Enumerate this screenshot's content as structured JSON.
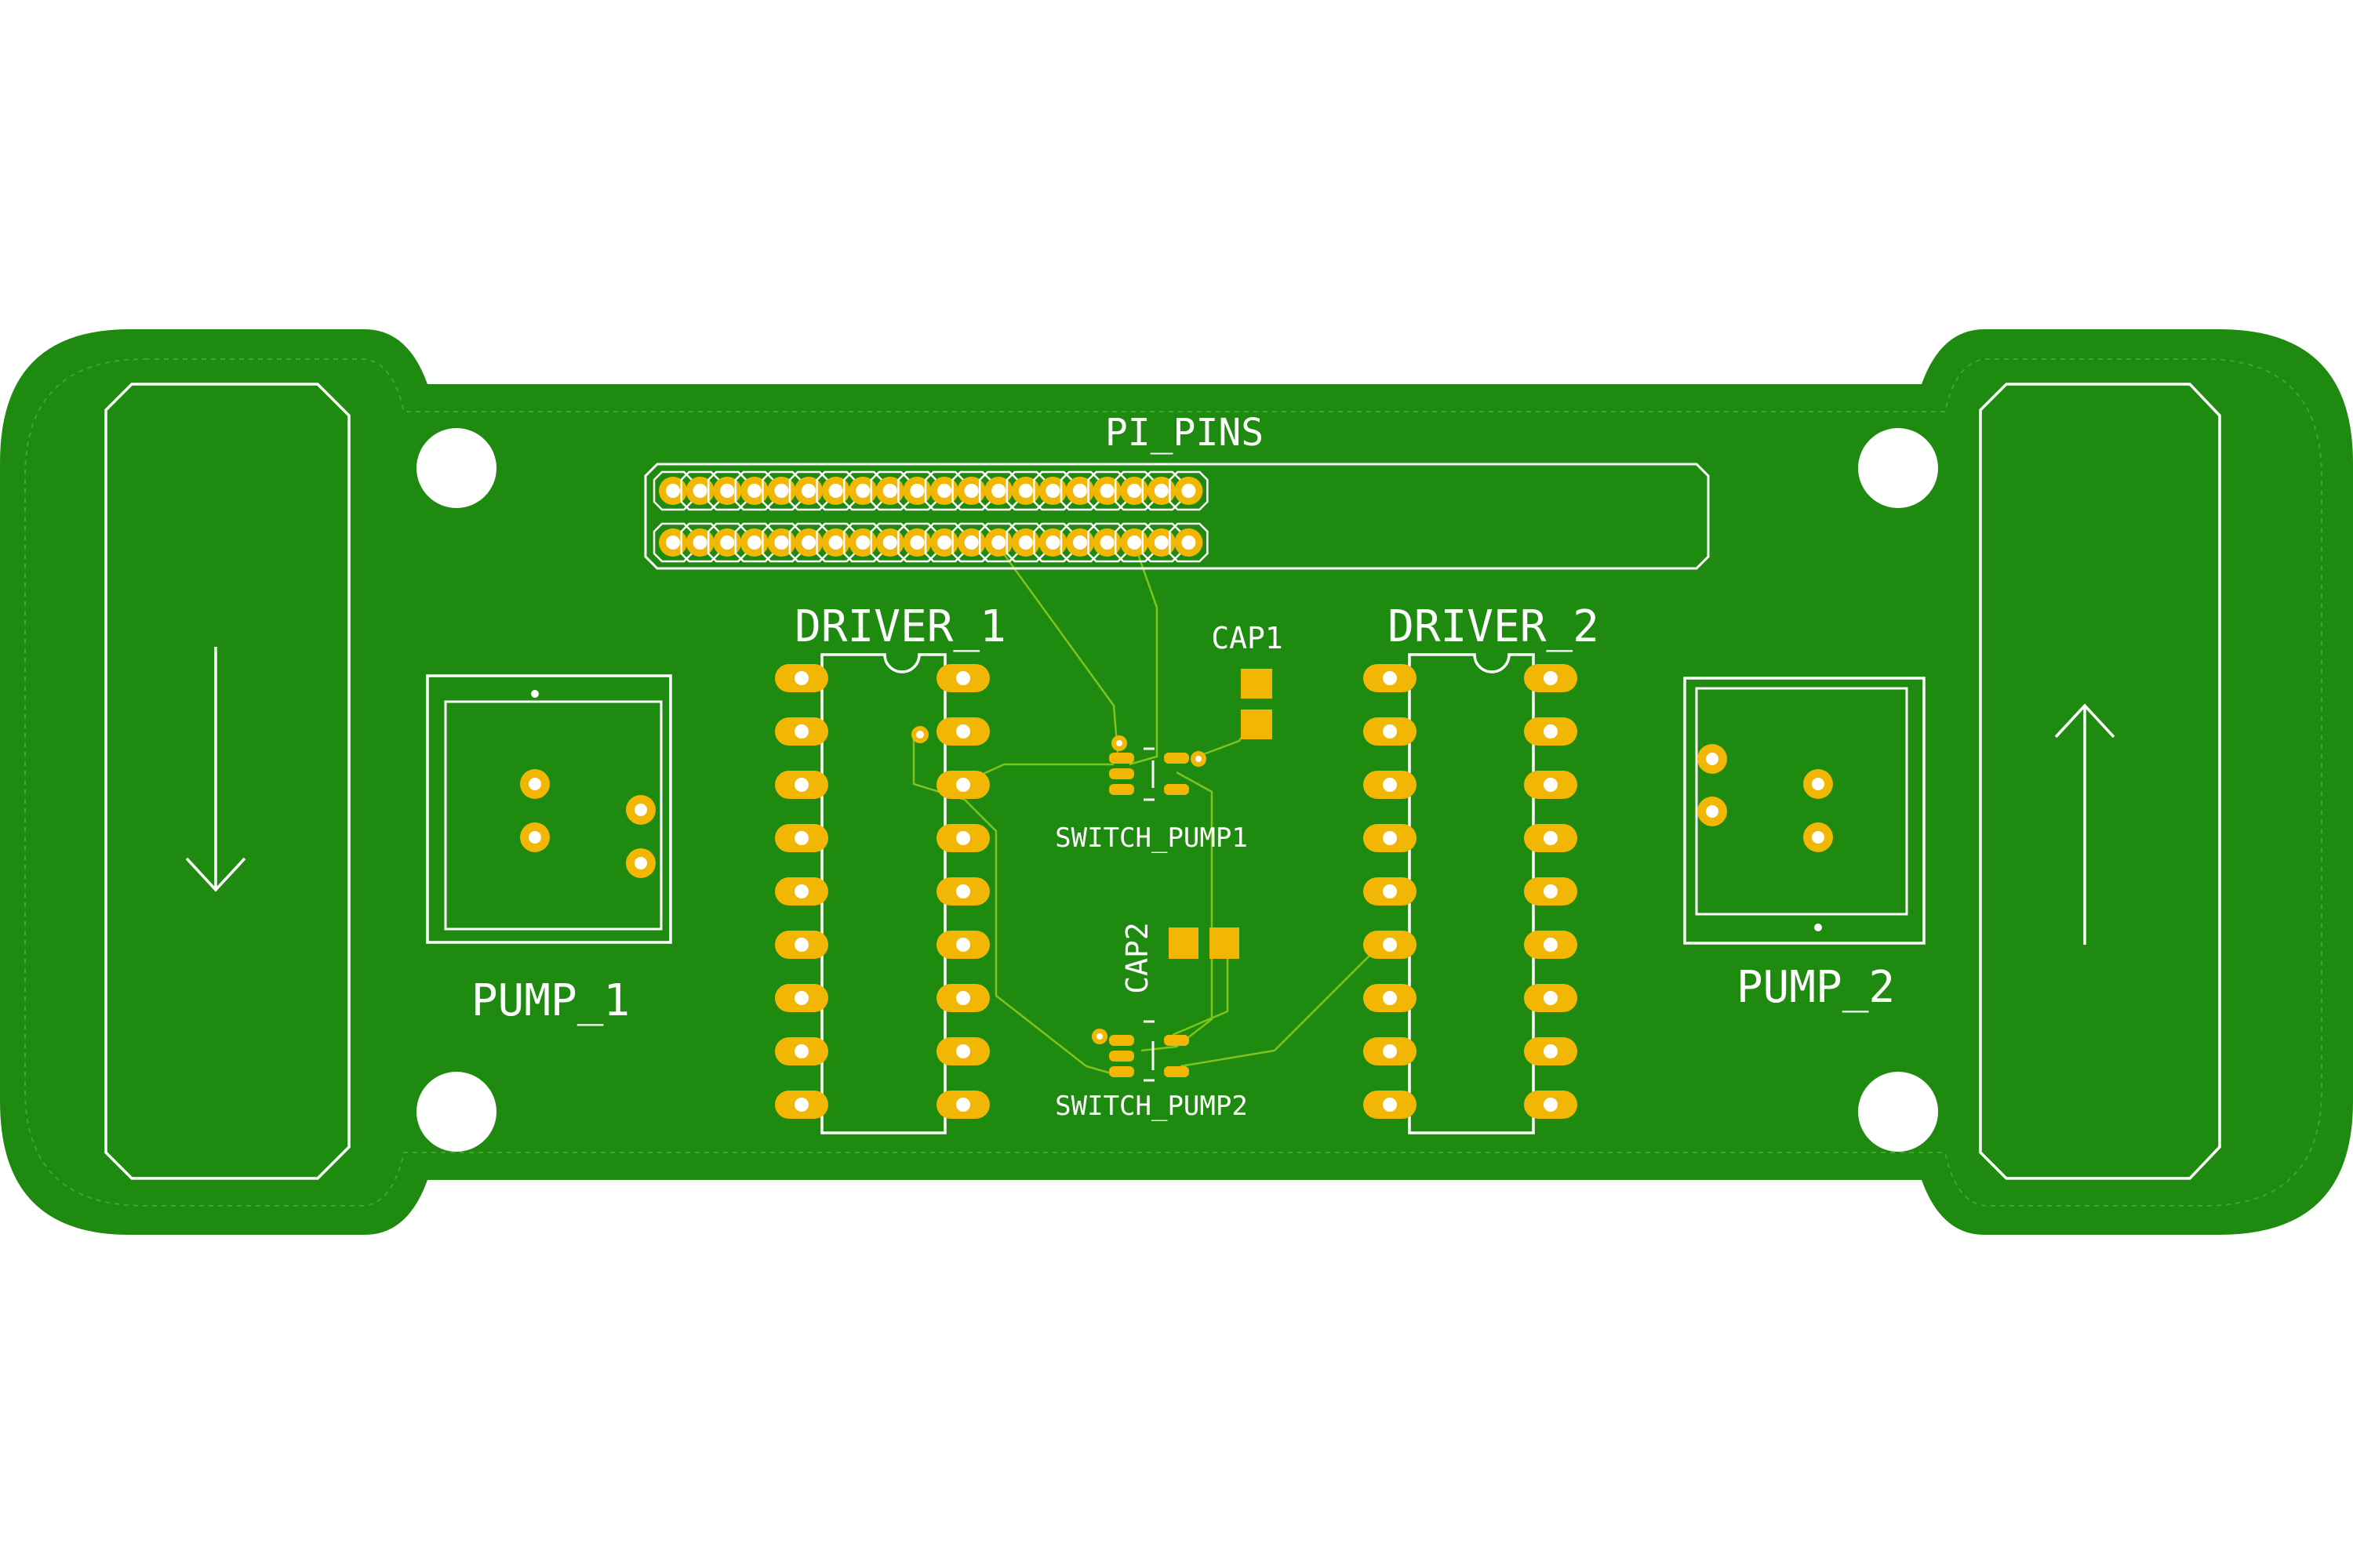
{
  "board": {
    "copper_color": "#1f8a10",
    "trace_color": "#7fc41d",
    "pad_color": "#f2b705",
    "silkscreen_color": "#ffffff"
  },
  "labels": {
    "pi_pins": "PI_PINS",
    "driver_1": "DRIVER_1",
    "driver_2": "DRIVER_2",
    "cap1": "CAP1",
    "cap2": "CAP2",
    "switch_pump1": "SWITCH_PUMP1",
    "switch_pump2": "SWITCH_PUMP2",
    "pump_1": "PUMP_1",
    "pump_2": "PUMP_2"
  },
  "icons": {
    "left_tab_arrow": "arrow-down-icon",
    "right_tab_arrow": "arrow-up-icon"
  },
  "header": {
    "rows": 2,
    "columns": 20
  },
  "driver": {
    "pins_per_side": 9
  }
}
